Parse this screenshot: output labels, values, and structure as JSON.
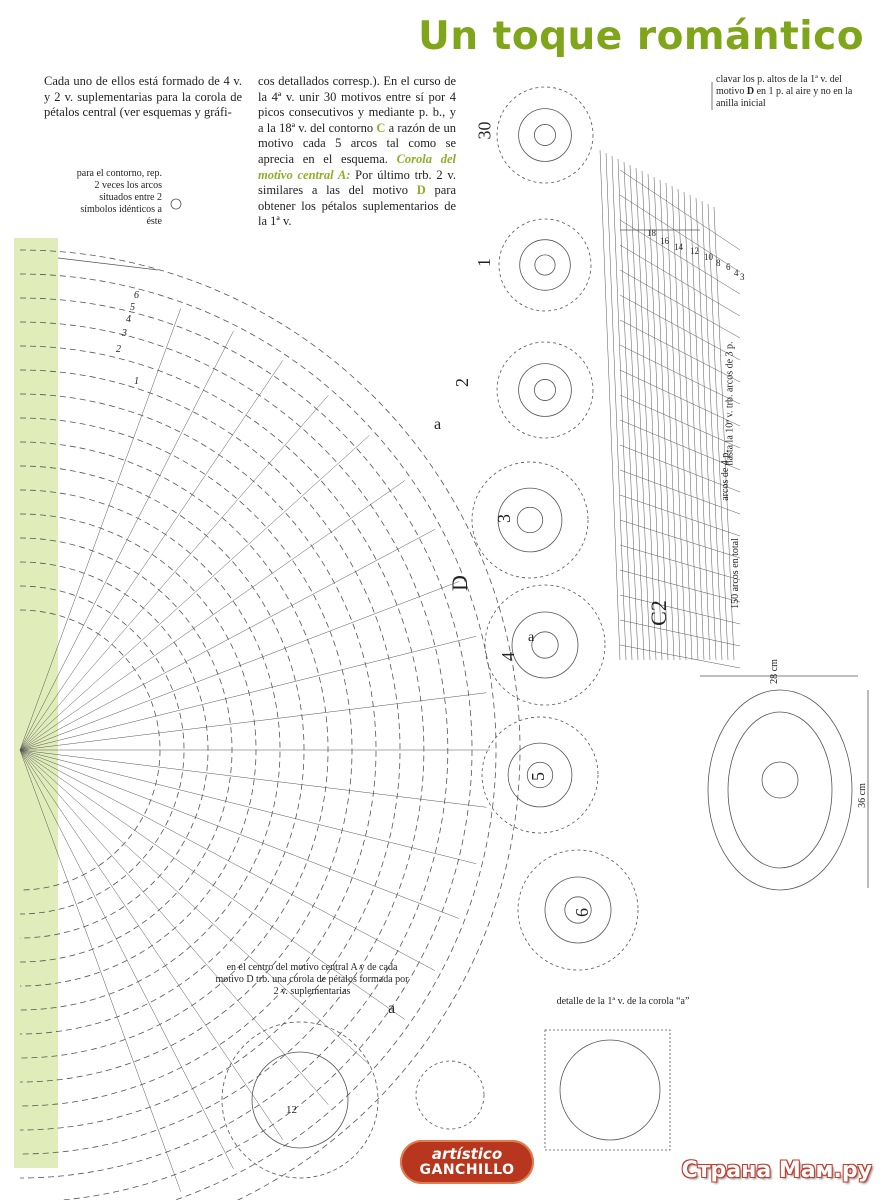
{
  "title": "Un toque romántico",
  "column1": "Cada uno de ellos está formado de 4 v. y 2 v. suplementarias para la corola de pétalos central (ver esquemas y gráfi-",
  "column2": {
    "p1": "cos detallados corresp.). En el curso de la 4ª v. unir 30 motivos entre sí por 4 picos consecutivos y mediante p. b., y a la 18ª v. del contorno ",
    "letter_c": "C",
    "p2": " a razón de un motivo cada 5 arcos tal como se aprecia en el esquema. ",
    "corola_label": "Corola del motivo central A:",
    "p3": " Por último trb. 2 v. similares a las del motivo ",
    "letter_d": "D",
    "p4": " para obtener los pétalos suplementarios de la 1ª v."
  },
  "notes": {
    "contour": "para el contorno, rep. 2 veces los arcos situados entre 2 símbolos idénticos a éste",
    "clavar_part1": "clavar los p. altos de la 1ª v. del motivo ",
    "clavar_d": "D",
    "clavar_part2": " en 1 p. al aire y no en la anilla inicial",
    "center": "en el centro del motivo central A y de cada motivo D trb. una corola de pétalos formada por 2 v. suplementarias",
    "detalle": "detalle de la 1ª v. de la corola “a”",
    "hasta": "hasta la 10ª v. trb. arcos de 3 p.",
    "arcos4": "arcos de 4 p.",
    "arcos150": "150 arcos en total",
    "dim_width": "28 cm",
    "dim_height": "36 cm"
  },
  "diagram_labels": {
    "letter_d": "D",
    "letter_c2": "C2",
    "motif_a": "a",
    "motif_numbers": [
      "30",
      "1",
      "2",
      "3",
      "4",
      "5",
      "6"
    ],
    "row_numbers": [
      "1",
      "2",
      "3",
      "4",
      "5",
      "6"
    ],
    "edge_numbers": [
      "18",
      "16",
      "14",
      "12",
      "10",
      "8",
      "6",
      "4",
      "3"
    ],
    "center_num": "12"
  },
  "logo": {
    "line1": "artístico",
    "line2": "GANCHILLO"
  },
  "watermark": "Страна Мам.ру",
  "colors": {
    "title": "#7fa51b",
    "highlight": "#8cb02a",
    "side_band": "#d6e6a7",
    "logo": "#b8361d"
  }
}
